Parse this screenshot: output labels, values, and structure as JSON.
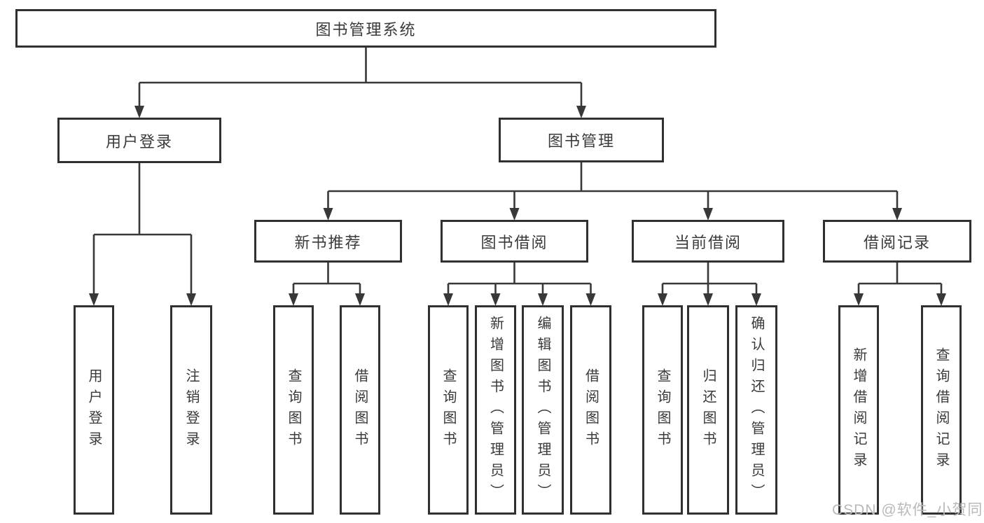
{
  "page": {
    "background": "#ffffff"
  },
  "watermark": {
    "text": "CSDN @软件_小贺同学",
    "color": "#b9b9b9"
  },
  "diagram": {
    "type": "tree-diagram",
    "line_color": "#383838",
    "box_border_color": "#303030",
    "text_color": "#3a3a3a",
    "box_fill": "#ffffff",
    "nodes": [
      {
        "id": "root",
        "label": "图书管理系统",
        "orientation": "horizontal"
      },
      {
        "id": "user-login",
        "label": "用户登录",
        "orientation": "horizontal"
      },
      {
        "id": "book-mgmt",
        "label": "图书管理",
        "orientation": "horizontal"
      },
      {
        "id": "new-book-rec",
        "label": "新书推荐",
        "orientation": "horizontal"
      },
      {
        "id": "book-borrow",
        "label": "图书借阅",
        "orientation": "horizontal"
      },
      {
        "id": "current-borrow",
        "label": "当前借阅",
        "orientation": "horizontal"
      },
      {
        "id": "borrow-records",
        "label": "借阅记录",
        "orientation": "horizontal"
      },
      {
        "id": "leaf-user-login",
        "label": "用户登录",
        "orientation": "vertical"
      },
      {
        "id": "leaf-logout",
        "label": "注销登录",
        "orientation": "vertical"
      },
      {
        "id": "leaf-query-book-1",
        "label": "查询图书",
        "orientation": "vertical"
      },
      {
        "id": "leaf-borrow-book-1",
        "label": "借阅图书",
        "orientation": "vertical"
      },
      {
        "id": "leaf-query-book-2",
        "label": "查询图书",
        "orientation": "vertical"
      },
      {
        "id": "leaf-add-book",
        "label": "新增图书（管理员）",
        "orientation": "vertical"
      },
      {
        "id": "leaf-edit-book",
        "label": "编辑图书（管理员）",
        "orientation": "vertical"
      },
      {
        "id": "leaf-borrow-book-2",
        "label": "借阅图书",
        "orientation": "vertical"
      },
      {
        "id": "leaf-query-book-3",
        "label": "查询图书",
        "orientation": "vertical"
      },
      {
        "id": "leaf-return-book",
        "label": "归还图书",
        "orientation": "vertical"
      },
      {
        "id": "leaf-confirm-return",
        "label": "确认归还（管理员）",
        "orientation": "vertical"
      },
      {
        "id": "leaf-add-record",
        "label": "新增借阅记录",
        "orientation": "vertical"
      },
      {
        "id": "leaf-query-record",
        "label": "查询借阅记录",
        "orientation": "vertical"
      }
    ],
    "edges": [
      [
        "root",
        "user-login"
      ],
      [
        "root",
        "book-mgmt"
      ],
      [
        "user-login",
        "leaf-user-login"
      ],
      [
        "user-login",
        "leaf-logout"
      ],
      [
        "book-mgmt",
        "new-book-rec"
      ],
      [
        "book-mgmt",
        "book-borrow"
      ],
      [
        "book-mgmt",
        "current-borrow"
      ],
      [
        "book-mgmt",
        "borrow-records"
      ],
      [
        "new-book-rec",
        "leaf-query-book-1"
      ],
      [
        "new-book-rec",
        "leaf-borrow-book-1"
      ],
      [
        "book-borrow",
        "leaf-query-book-2"
      ],
      [
        "book-borrow",
        "leaf-add-book"
      ],
      [
        "book-borrow",
        "leaf-edit-book"
      ],
      [
        "book-borrow",
        "leaf-borrow-book-2"
      ],
      [
        "current-borrow",
        "leaf-query-book-3"
      ],
      [
        "current-borrow",
        "leaf-return-book"
      ],
      [
        "current-borrow",
        "leaf-confirm-return"
      ],
      [
        "borrow-records",
        "leaf-add-record"
      ],
      [
        "borrow-records",
        "leaf-query-record"
      ]
    ]
  }
}
